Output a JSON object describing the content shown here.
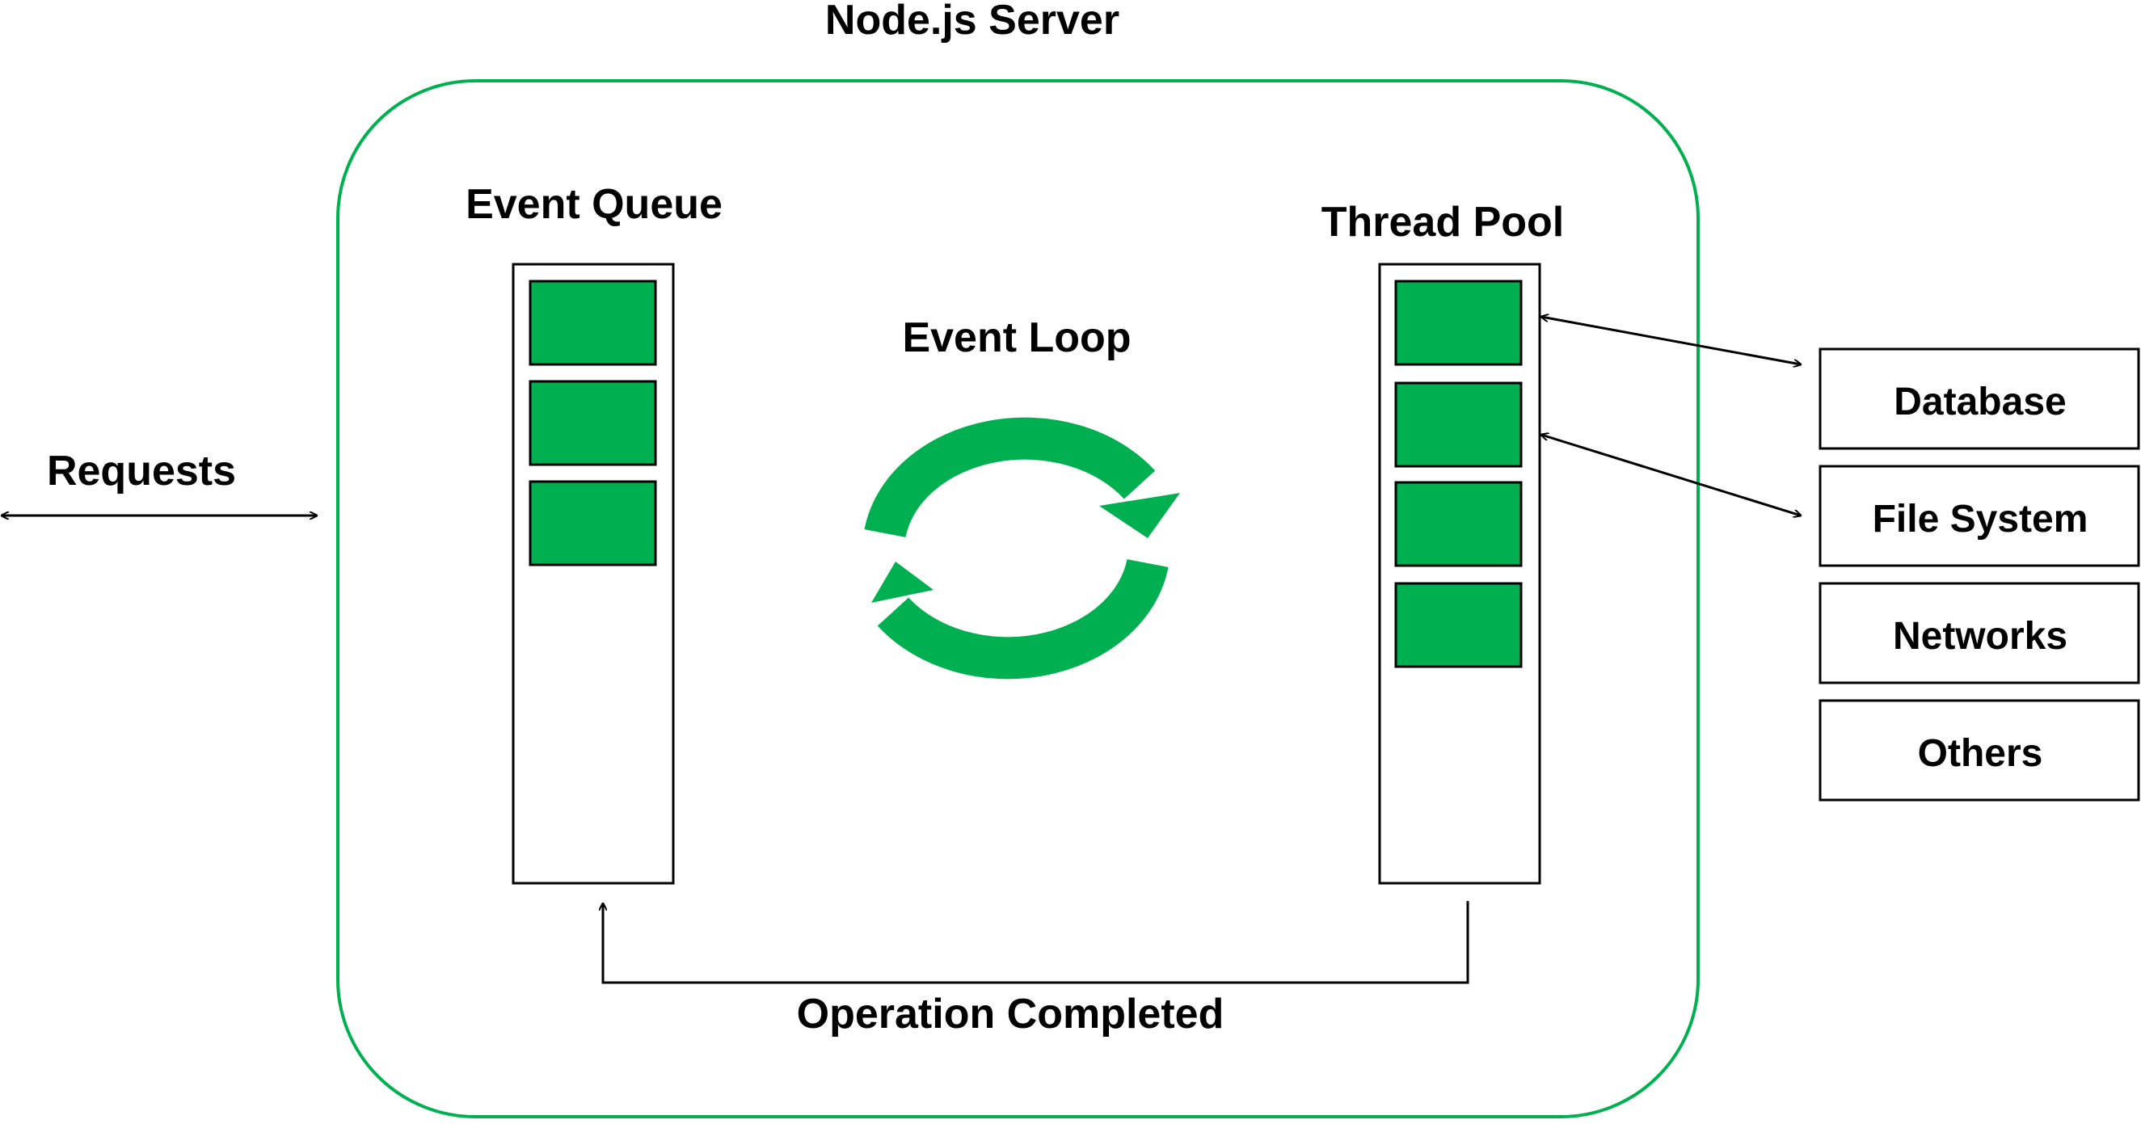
{
  "title": "Node.js Server",
  "requests_label": "Requests",
  "event_queue": {
    "label": "Event Queue",
    "slots_filled": 3
  },
  "event_loop": {
    "label": "Event Loop"
  },
  "thread_pool": {
    "label": "Thread Pool",
    "slots_filled": 4
  },
  "operation_label": "Operation Completed",
  "resources": [
    {
      "label": "Database"
    },
    {
      "label": "File System"
    },
    {
      "label": "Networks"
    },
    {
      "label": "Others"
    }
  ],
  "colors": {
    "accent": "#00b050",
    "line": "#000000",
    "background": "#ffffff"
  }
}
